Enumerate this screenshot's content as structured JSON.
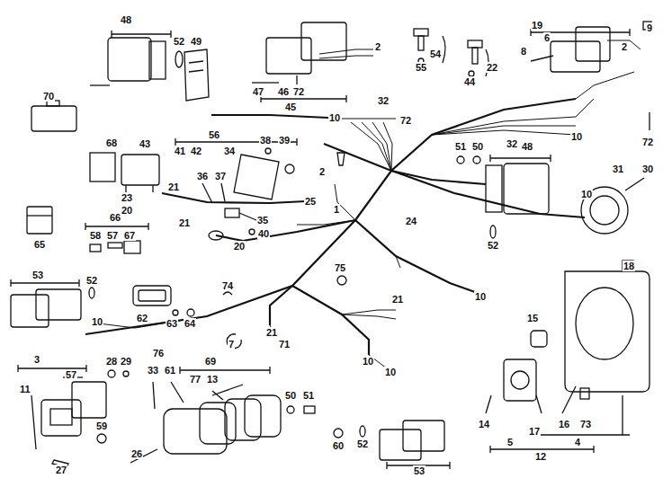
{
  "diagram": {
    "labels": [
      "48",
      "52",
      "49",
      "2",
      "47",
      "46",
      "72",
      "45",
      "32",
      "10",
      "72",
      "54",
      "55",
      "22",
      "44",
      "19",
      "9",
      "6",
      "8",
      "2",
      "32",
      "10",
      "72",
      "70",
      "68",
      "43",
      "56",
      "41",
      "42",
      "34",
      "38",
      "39",
      "36",
      "37",
      "2",
      "51",
      "50",
      "48",
      "31",
      "30",
      "10",
      "23",
      "21",
      "20",
      "25",
      "35",
      "21",
      "40",
      "20",
      "1",
      "65",
      "66",
      "58",
      "57",
      "67",
      "24",
      "52",
      "18",
      "75",
      "53",
      "52",
      "74",
      "10",
      "21",
      "15",
      "62",
      "63",
      "64",
      "10",
      "21",
      "71",
      "7",
      "76",
      "10",
      "3",
      "57",
      "28",
      "29",
      "10",
      "69",
      "11",
      "33",
      "61",
      "77",
      "13",
      "50",
      "51",
      "14",
      "16",
      "73",
      "17",
      "5",
      "4",
      "12",
      "59",
      "60",
      "52",
      "53",
      "27",
      "26"
    ]
  }
}
